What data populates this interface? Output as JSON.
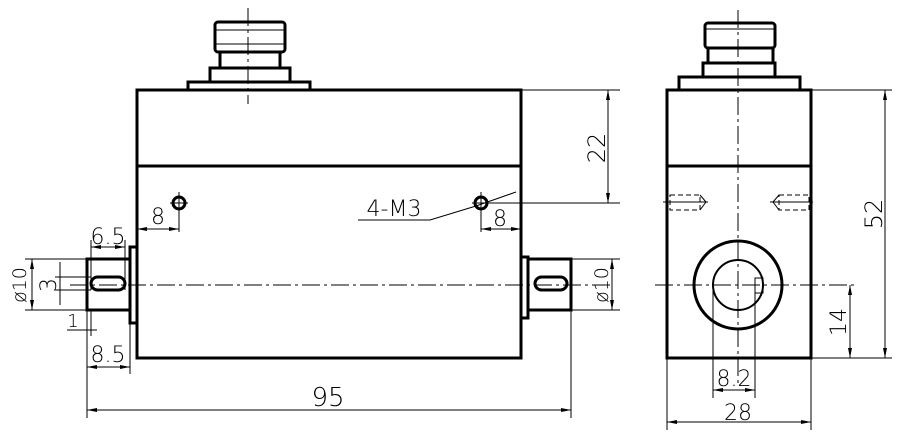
{
  "title": "Rotary torque sensor dimension drawing",
  "front_view": {
    "dims": {
      "length": "95",
      "height_upper": "22",
      "hole_offset_left": "8",
      "hole_offset_right": "8",
      "holes": "4-M3",
      "slot_length": "6.5",
      "shaft_dia_left": "ø10",
      "slot_width": "3",
      "slot_offset": "1",
      "shaft_length": "8.5",
      "shaft_dia_right": "ø10"
    }
  },
  "side_view": {
    "dims": {
      "height": "52",
      "center_height": "14",
      "keyway": "8.2",
      "width": "28"
    }
  },
  "colors": {
    "line": "#000000",
    "background": "#ffffff"
  }
}
